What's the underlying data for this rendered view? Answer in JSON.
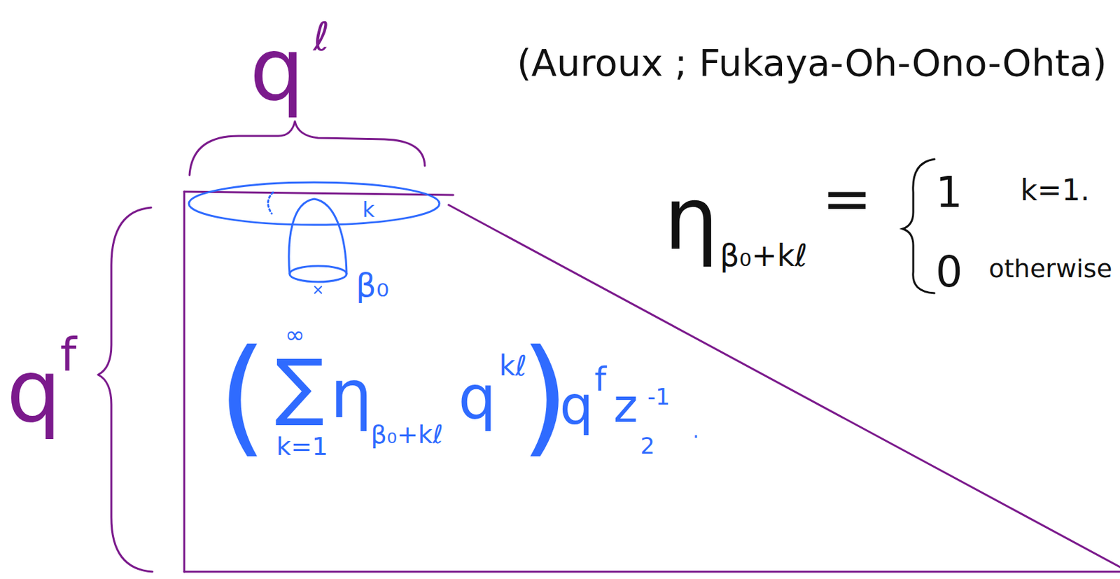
{
  "diagram": {
    "labels": [
      "q",
      "ℓ",
      "(Auroux ; Fukaya-Oh-Ono-Ohta)",
      "η",
      "β₀+kℓ",
      "=",
      "1",
      "k=1.",
      "0",
      "otherwise",
      "k",
      "β₀",
      "q",
      "f",
      "(",
      "∞",
      "∑",
      "k=1",
      "η",
      "β₀+kℓ",
      "q",
      "kℓ",
      ")",
      "q",
      "f",
      "z",
      "2",
      "-1",
      "."
    ]
  }
}
